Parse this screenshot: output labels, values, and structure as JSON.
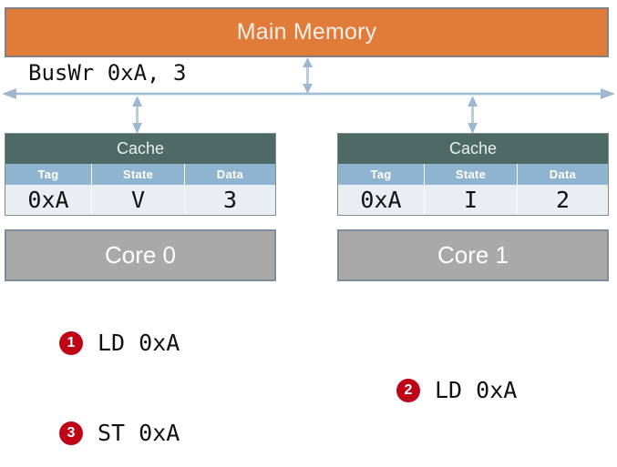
{
  "memory": {
    "label": "Main Memory",
    "color": "#e07b39"
  },
  "bus": {
    "label": "BusWr 0xA, 3",
    "arrow_color": "#9fb8cf"
  },
  "nodes": [
    {
      "cache_title": "Cache",
      "columns": [
        "Tag",
        "State",
        "Data"
      ],
      "row": {
        "tag": "0xA",
        "state": "V",
        "data": "3"
      },
      "state_highlight": false,
      "data_highlight": true,
      "core_label": "Core 0"
    },
    {
      "cache_title": "Cache",
      "columns": [
        "Tag",
        "State",
        "Data"
      ],
      "row": {
        "tag": "0xA",
        "state": "I",
        "data": "2"
      },
      "state_highlight": true,
      "data_highlight": false,
      "core_label": "Core 1"
    }
  ],
  "steps": [
    {
      "number": "1",
      "text": "LD 0xA"
    },
    {
      "number": "2",
      "text": "LD 0xA"
    },
    {
      "number": "3",
      "text": "ST 0xA"
    }
  ],
  "colors": {
    "accent_red": "#c00418",
    "cache_header": "#4d6b64",
    "column_header": "#8fb4cf",
    "core_gray": "#a9a9a9"
  }
}
